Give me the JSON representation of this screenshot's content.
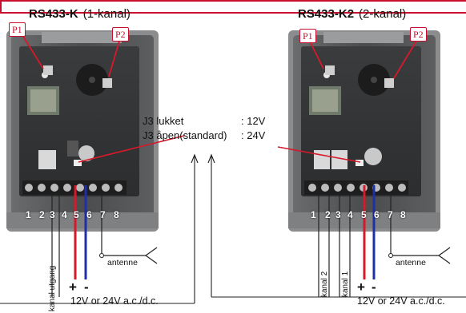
{
  "left_unit": {
    "model": "RS433-K",
    "variant": "(1-kanal)",
    "p1": "P1",
    "p2": "P2",
    "terminals": [
      "1",
      "2",
      "3",
      "4",
      "5",
      "6",
      "7",
      "8"
    ],
    "channel_label": "kanal utgang",
    "plus": "+",
    "minus": "-",
    "supply": "12V or 24V a.c./d.c.",
    "antenna": "antenne"
  },
  "right_unit": {
    "model": "RS433-K2",
    "variant": "(2-kanal)",
    "p1": "P1",
    "p2": "P2",
    "terminals": [
      "1",
      "2",
      "3",
      "4",
      "5",
      "6",
      "7",
      "8"
    ],
    "channel_labels": [
      "kanal 2",
      "kanal 1"
    ],
    "plus": "+",
    "minus": "-",
    "supply": "12V or 24V a.c./d.c.",
    "antenna": "antenne"
  },
  "jumper": {
    "closed_label": "J3  lukket",
    "closed_value": ": 12V",
    "open_label": "J3  åpen(standard)",
    "open_value": ": 24V"
  },
  "colors": {
    "accent_red": "#c8102e",
    "wire_red": "#d7192b",
    "wire_blue": "#1f2fa8",
    "board_dark": "#2b2d2f"
  }
}
